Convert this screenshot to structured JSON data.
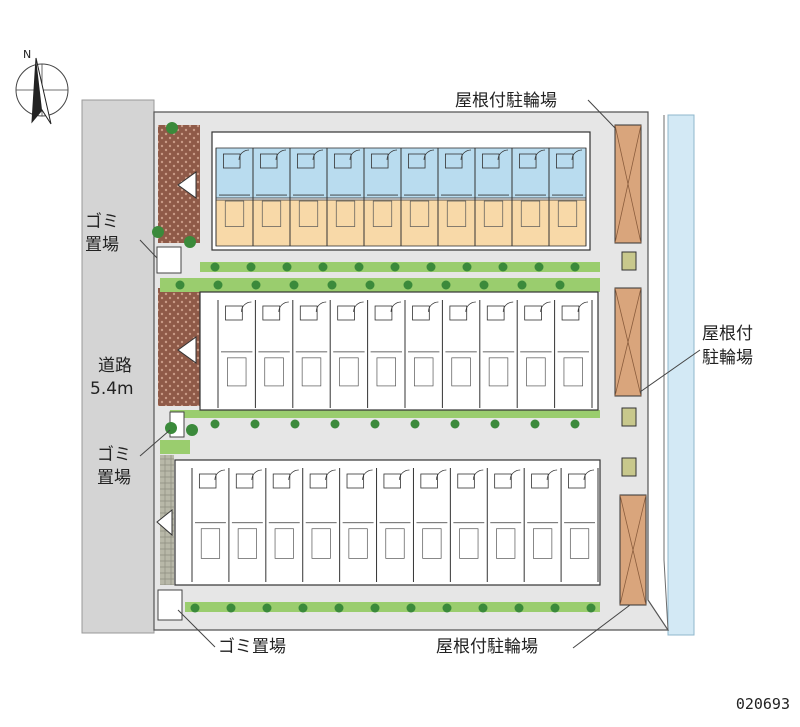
{
  "compass": {
    "north_label": "N"
  },
  "labels": {
    "bike_top": "屋根付駐輪場",
    "bike_right_l1": "屋根付",
    "bike_right_l2": "駐輪場",
    "bike_bottom": "屋根付駐輪場",
    "garbage_1_l1": "ゴミ",
    "garbage_1_l2": "置場",
    "garbage_2_l1": "ゴミ",
    "garbage_2_l2": "置場",
    "garbage_bottom": "ゴミ置場",
    "road_l1": "道路",
    "road_l2": "5.4m"
  },
  "map_code": "020693",
  "buildings": [
    {
      "name": "building-north",
      "units": 10,
      "style": "colored"
    },
    {
      "name": "building-middle",
      "units": 10,
      "style": "plain"
    },
    {
      "name": "building-south",
      "units": 11,
      "style": "plain"
    }
  ],
  "colors": {
    "road": "#d4d4d4",
    "grass": "#9acd6e",
    "tree": "#3b8a3b",
    "brick": "#a56a55",
    "upper_rooms": "#b9dcef",
    "lower_rooms": "#f8d9a8",
    "bike_shed": "#d9a57c",
    "water": "#cde6f3"
  }
}
